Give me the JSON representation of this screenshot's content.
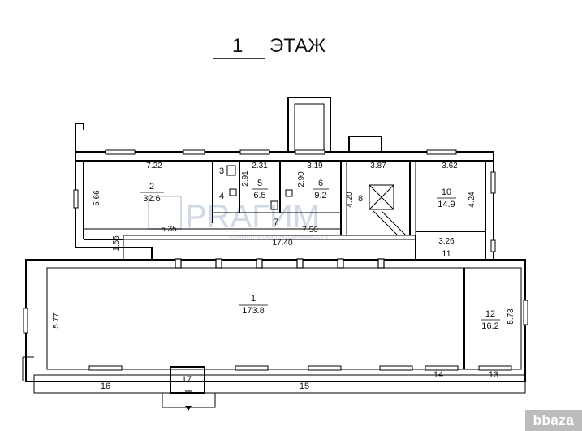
{
  "title": {
    "prefix": "1",
    "label": "ЭТАЖ"
  },
  "watermark": {
    "text": "PRAГИМ",
    "subtext": "коммерческая недвижимость"
  },
  "rooms": [
    {
      "id": "r1",
      "number": "1",
      "area": "173.8"
    },
    {
      "id": "r2",
      "number": "2",
      "area": "32.6"
    },
    {
      "id": "r3",
      "number": "3",
      "area": ""
    },
    {
      "id": "r4",
      "number": "4",
      "area": ""
    },
    {
      "id": "r5",
      "number": "5",
      "area": "6.5"
    },
    {
      "id": "r6",
      "number": "6",
      "area": "9.2"
    },
    {
      "id": "r7",
      "number": "7",
      "area": ""
    },
    {
      "id": "r8",
      "number": "8",
      "area": ""
    },
    {
      "id": "r10",
      "number": "10",
      "area": "14.9"
    },
    {
      "id": "r11",
      "number": "11",
      "area": ""
    },
    {
      "id": "r12",
      "number": "12",
      "area": "16.2"
    },
    {
      "id": "r13",
      "number": "13",
      "area": ""
    },
    {
      "id": "r14",
      "number": "14",
      "area": ""
    },
    {
      "id": "r15",
      "number": "15",
      "area": ""
    },
    {
      "id": "r16",
      "number": "16",
      "area": ""
    },
    {
      "id": "r17",
      "number": "17",
      "area": ""
    }
  ],
  "dimensions": {
    "d722": "7.22",
    "d231": "2.31",
    "d319": "3.19",
    "d387": "3.87",
    "d362": "3.62",
    "d566": "5.66",
    "d291": "2.91",
    "d290": "2.90",
    "d420": "4.20",
    "d424": "4.24",
    "d535": "5.35",
    "d750": "7.50",
    "d1740": "17.40",
    "d155": "1.55",
    "d326": "3.26",
    "d577": "5.77",
    "d573": "5.73"
  },
  "badge": {
    "text": "bbaza"
  }
}
